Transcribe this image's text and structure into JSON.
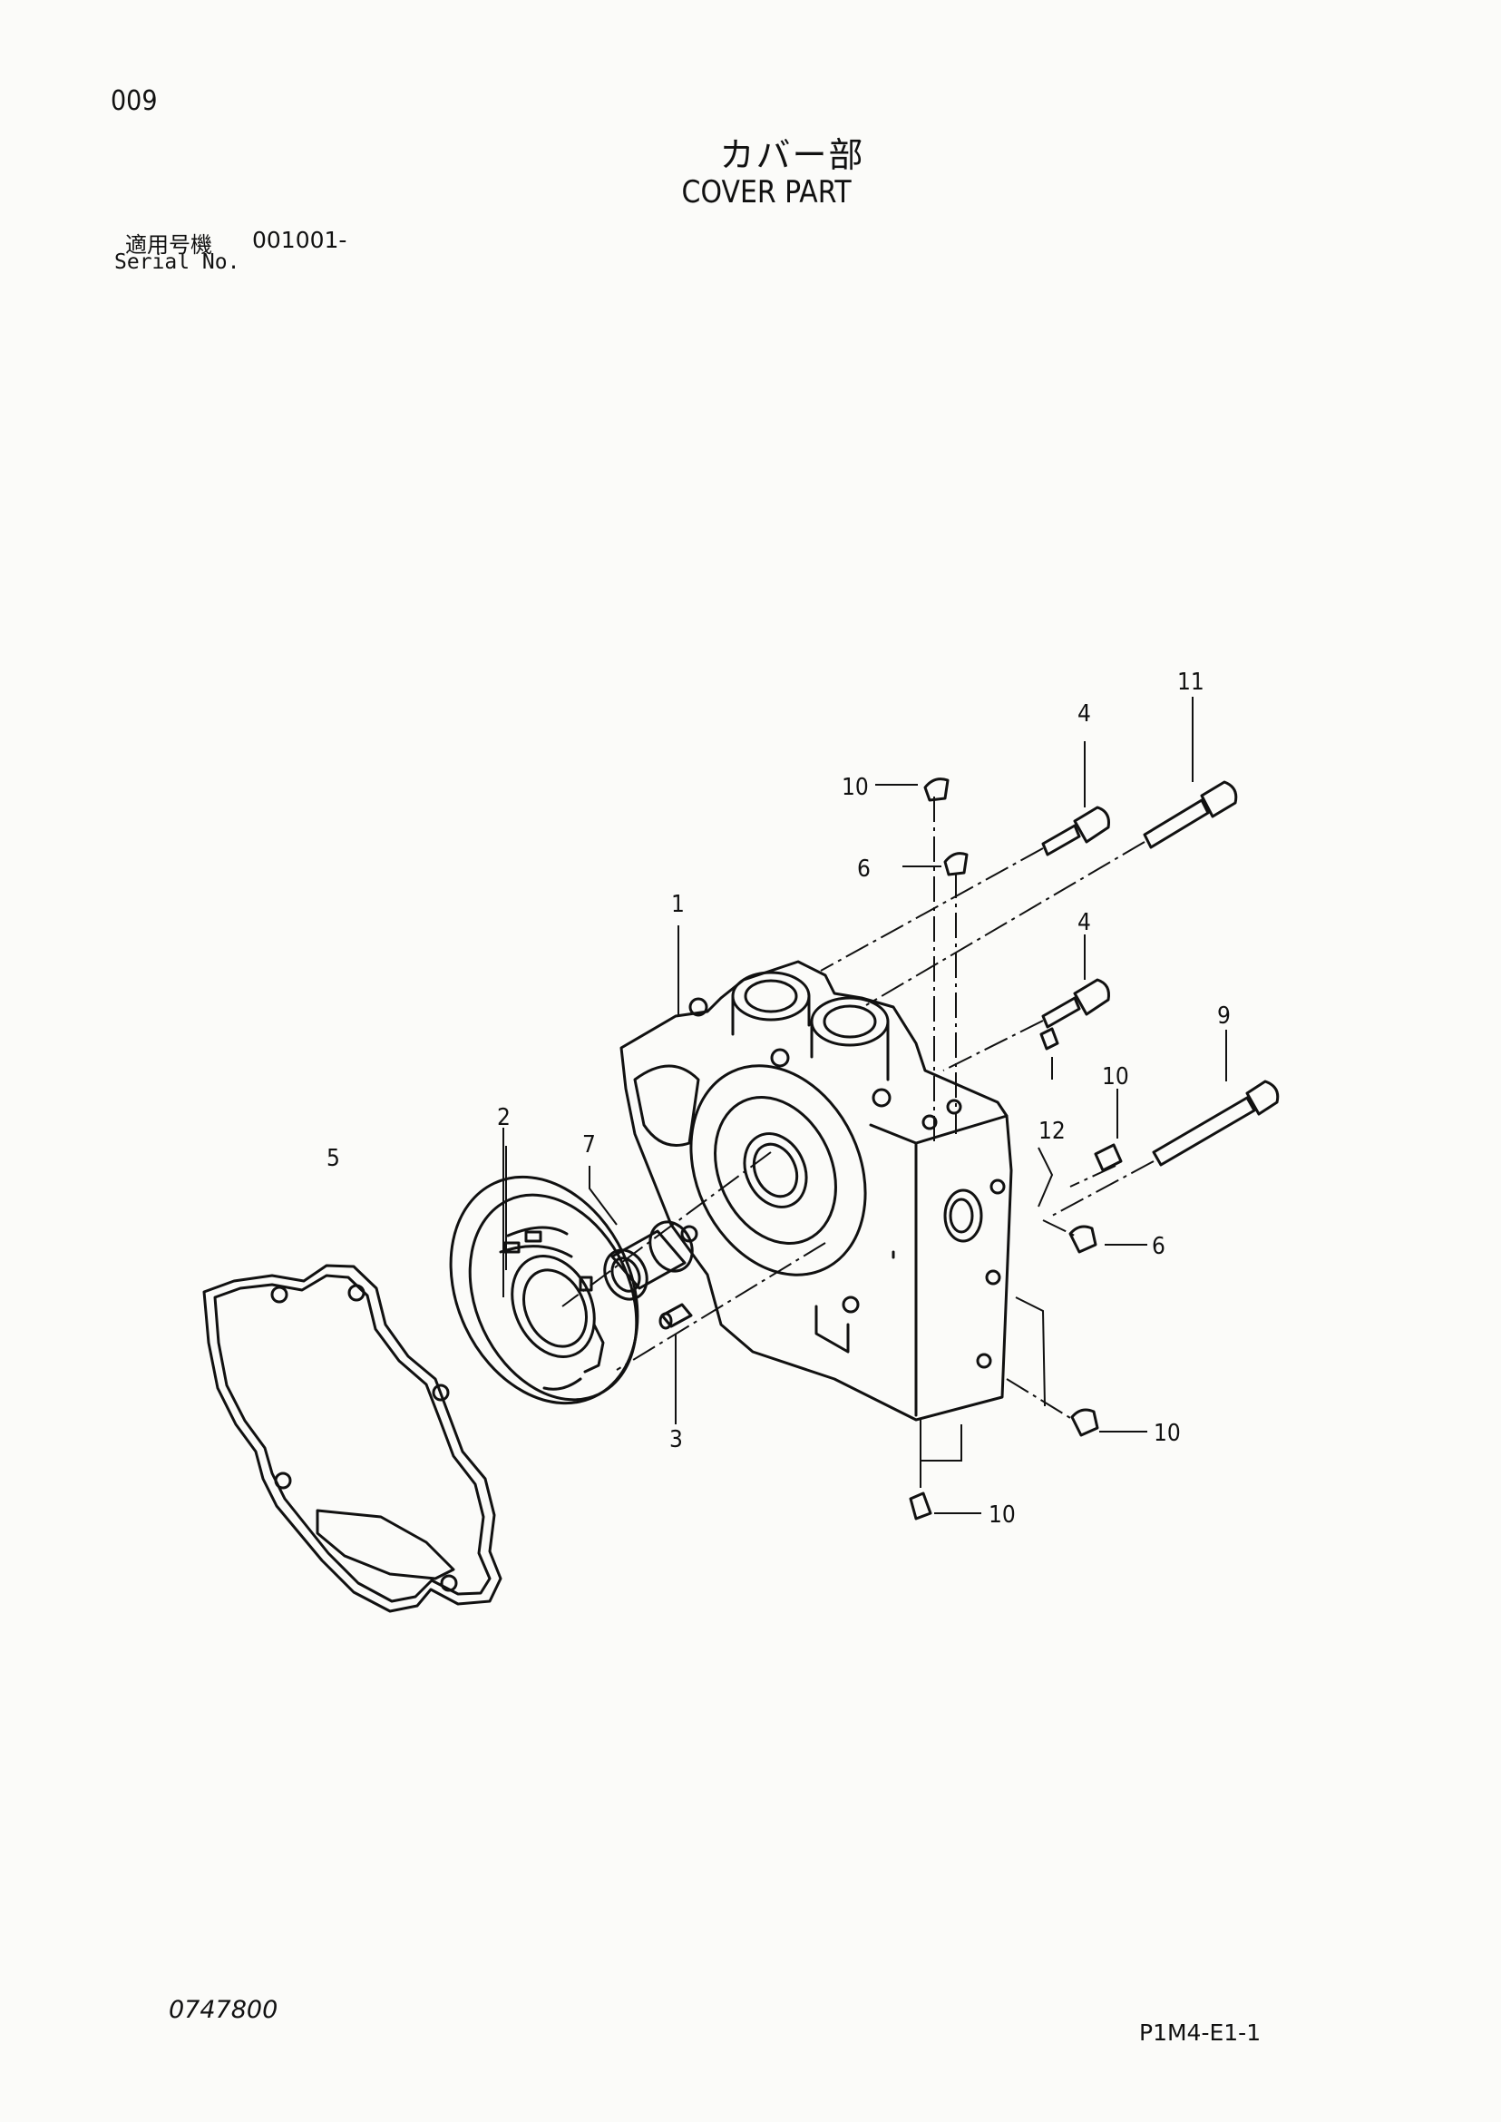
{
  "header": {
    "page_number": "009",
    "title_jp": "カバー部",
    "title_en": "COVER PART",
    "serial_label_jp": "適用号機",
    "serial_value": "001001-",
    "serial_label_en": "Serial No."
  },
  "callouts": {
    "c1": "1",
    "c2": "2",
    "c3": "3",
    "c4a": "4",
    "c4b": "4",
    "c5": "5",
    "c6a": "6",
    "c6b": "6",
    "c7": "7",
    "c9": "9",
    "c10a": "10",
    "c10b": "10",
    "c10c": "10",
    "c10d": "10",
    "c11": "11",
    "c12": "12"
  },
  "footer": {
    "drawing_number": "0747800",
    "sheet_code": "P1M4-E1-1"
  }
}
